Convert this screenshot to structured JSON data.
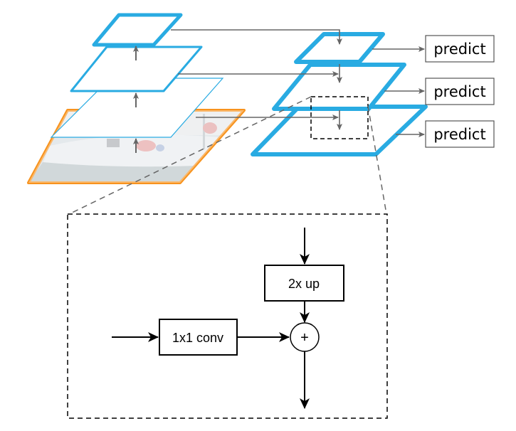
{
  "diagram": {
    "title": "Feature Pyramid Network",
    "colors": {
      "feature_map": "#29abe2",
      "image_border": "#f7931e",
      "connector": "#666666",
      "detail_line": "#000000"
    },
    "left_pyramid": {
      "levels": [
        "top",
        "middle",
        "bottom-thin",
        "input-image"
      ],
      "image_label": "boat image"
    },
    "right_pyramid": {
      "levels": [
        "top",
        "middle",
        "bottom"
      ],
      "outputs": [
        {
          "label": "predict"
        },
        {
          "label": "predict"
        },
        {
          "label": "predict"
        }
      ]
    },
    "detail": {
      "upsample_label": "2x up",
      "lateral_label": "1x1 conv",
      "merge_symbol": "+"
    }
  }
}
